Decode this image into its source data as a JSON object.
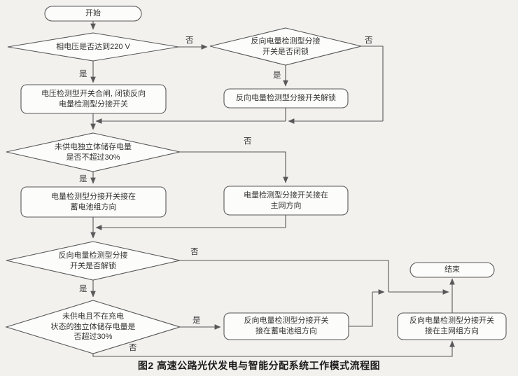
{
  "figure_caption": "图2  高速公路光伏发电与智能分配系统工作模式流程图",
  "nodes": {
    "start": "开始",
    "check_phase_voltage": "相电压是否达到220 V",
    "check_reverse_switch_latched": "反向电量检测型分接\n开关是否闭锁",
    "close_voltage_switch": "电压检测型开关合闸, 闭锁反向\n电量检测型分接开关",
    "unlock_reverse_switch": "反向电量检测型分接开关解锁",
    "check_storage_not_over_30": "未供电独立体储存电量\n是否不超过30%",
    "tap_switch_to_battery": "电量检测型分接开关接在\n蓄电池组方向",
    "tap_switch_to_grid": "电量检测型分接开关接在\n主网方向",
    "check_reverse_switch_unlocked": "反向电量检测型分接\n开关是否解锁",
    "check_storage_over_30": "未供电且不在充电\n状态的独立体储存电量是\n否超过30%",
    "reverse_tap_to_battery": "反向电量检测型分接开关\n接在蓄电池组方向",
    "reverse_tap_to_grid": "反向电量检测型分接开关\n接在主网组方向",
    "end": "结束"
  },
  "edge_labels": {
    "d1_yes": "是",
    "d1_no": "否",
    "d2_yes": "是",
    "d2_no": "否",
    "d3_yes": "是",
    "d3_no": "否",
    "d4_yes": "是",
    "d4_no": "否",
    "d5_yes": "是",
    "d5_no": "否"
  },
  "colors": {
    "background": "#f3f1ee",
    "node_fill": "#fcfcfb",
    "line": "#585858",
    "text": "#353535",
    "caption_text": "#1c1c1c"
  }
}
